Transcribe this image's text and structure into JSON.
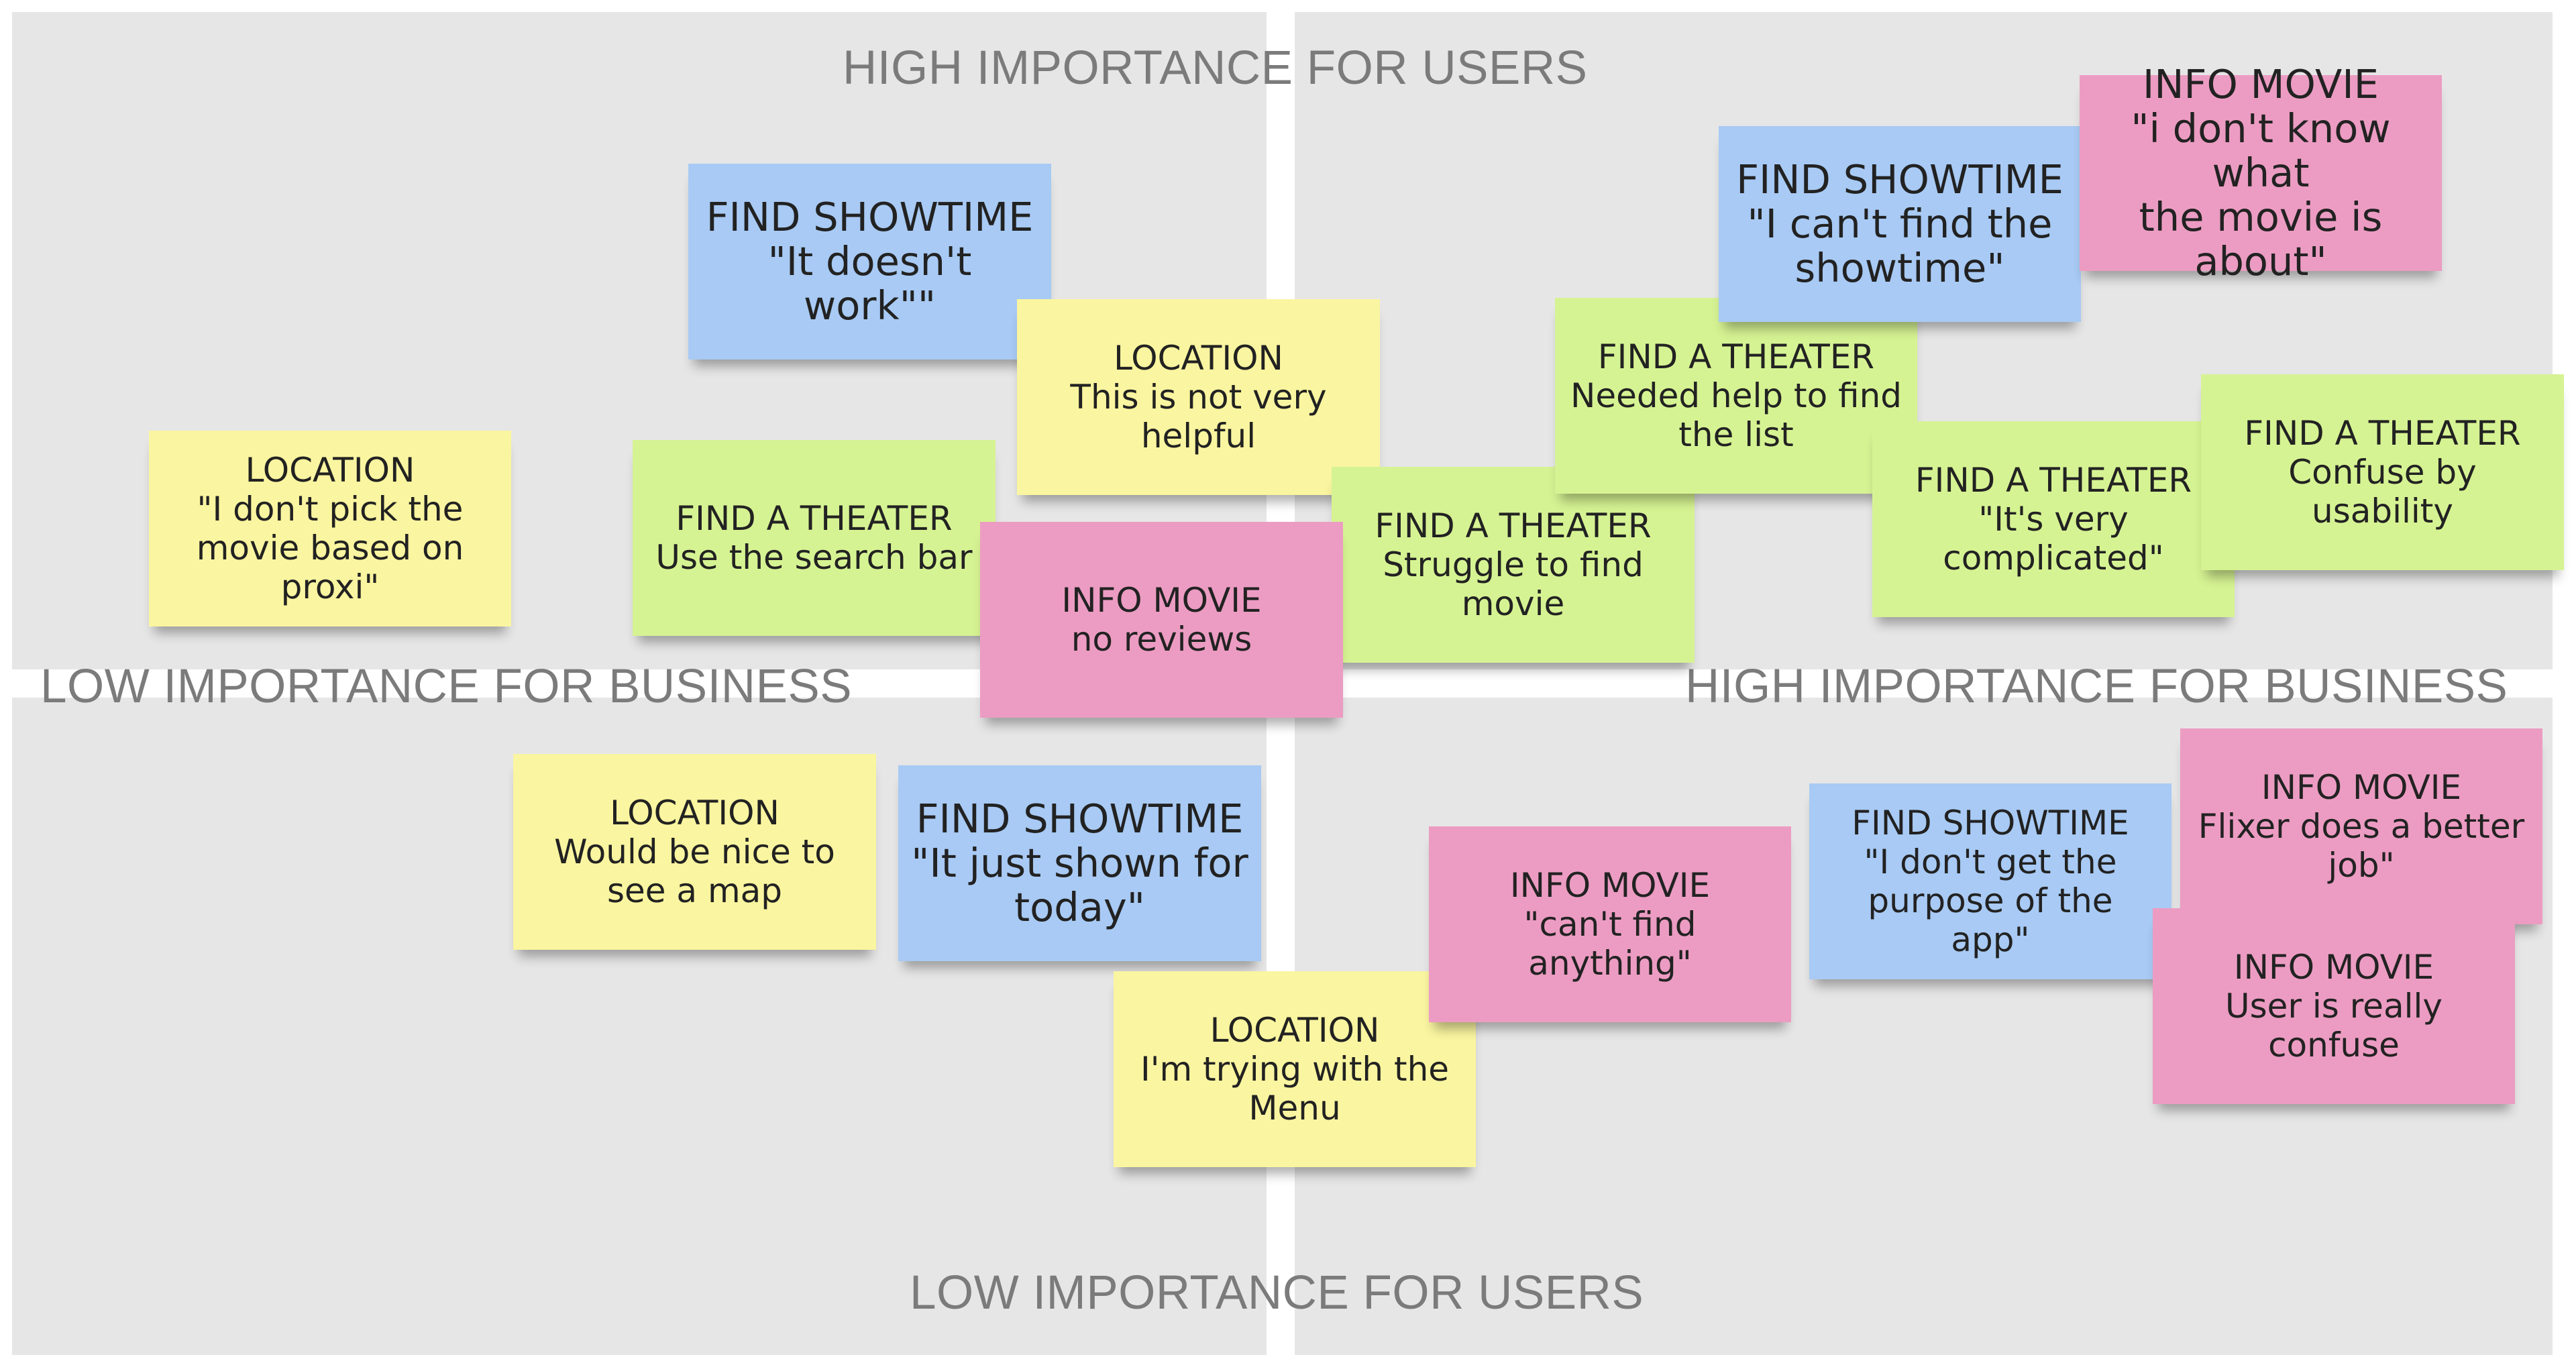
{
  "axes": {
    "top": "HIGH IMPORTANCE FOR USERS",
    "bottom": "LOW IMPORTANCE FOR USERS",
    "left": "LOW IMPORTANCE FOR BUSINESS",
    "right": "HIGH IMPORTANCE FOR BUSINESS"
  },
  "colors": {
    "background": "#ffffff",
    "quadrant": "#e6e6e6",
    "axis_text": "#7b7b7b",
    "yellow": "#faf5a0",
    "blue": "#a8caf4",
    "green": "#d6f393",
    "pink": "#ec9cc2"
  },
  "notes": [
    {
      "title": "LOCATION",
      "text": "\"I don't pick the\nmovie based on\nproxi\""
    },
    {
      "title": "FIND SHOWTIME",
      "text": "\"It doesn't\nwork\"\""
    },
    {
      "title": "FIND A THEATER",
      "text": "Use the search bar"
    },
    {
      "title": "LOCATION",
      "text": "This is not very\nhelpful"
    },
    {
      "title": "INFO MOVIE",
      "text": "no reviews"
    },
    {
      "title": "FIND A THEATER",
      "text": "Struggle to find\nmovie"
    },
    {
      "title": "FIND A THEATER",
      "text": "Needed help to find\nthe list"
    },
    {
      "title": "FIND SHOWTIME",
      "text": "\"I can't find the\nshowtime\""
    },
    {
      "title": "INFO MOVIE",
      "text": "\"i don't know what\nthe movie is about\""
    },
    {
      "title": "FIND A THEATER",
      "text": "\"It's very\ncomplicated\""
    },
    {
      "title": "FIND A THEATER",
      "text": "Confuse by usability"
    },
    {
      "title": "LOCATION",
      "text": "Would be nice to\nsee a map"
    },
    {
      "title": "FIND SHOWTIME",
      "text": "\"It just shown for\ntoday\""
    },
    {
      "title": "LOCATION",
      "text": "I'm trying with the\nMenu"
    },
    {
      "title": "INFO MOVIE",
      "text": "\"can't find anything\""
    },
    {
      "title": "FIND SHOWTIME",
      "text": "\"I don't get the\npurpose of the\napp\""
    },
    {
      "title": "INFO MOVIE",
      "text": "Flixer does a better\njob\""
    },
    {
      "title": "INFO MOVIE",
      "text": "User is really confuse"
    }
  ]
}
